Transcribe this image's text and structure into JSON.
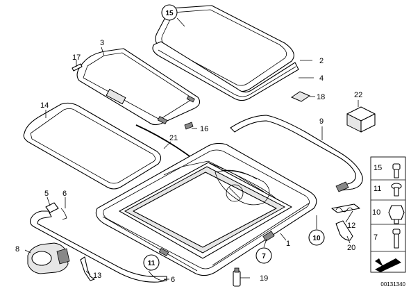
{
  "labels": {
    "p15_top": "15",
    "p2": "2",
    "p3": "3",
    "p4": "4",
    "p17": "17",
    "p18": "18",
    "p22": "22",
    "p14": "14",
    "p16": "16",
    "p9": "9",
    "p21": "21",
    "p5": "5",
    "p6_top": "6",
    "p8": "8",
    "p13": "13",
    "p11_circ": "11",
    "p6_bot": "6",
    "p7_circ": "7",
    "p19": "19",
    "p1": "1",
    "p10_circ": "10",
    "p12": "12",
    "p20": "20"
  },
  "fastener_panel": {
    "items": [
      "15",
      "11",
      "10",
      "7"
    ]
  },
  "diagram_code": "00131340"
}
